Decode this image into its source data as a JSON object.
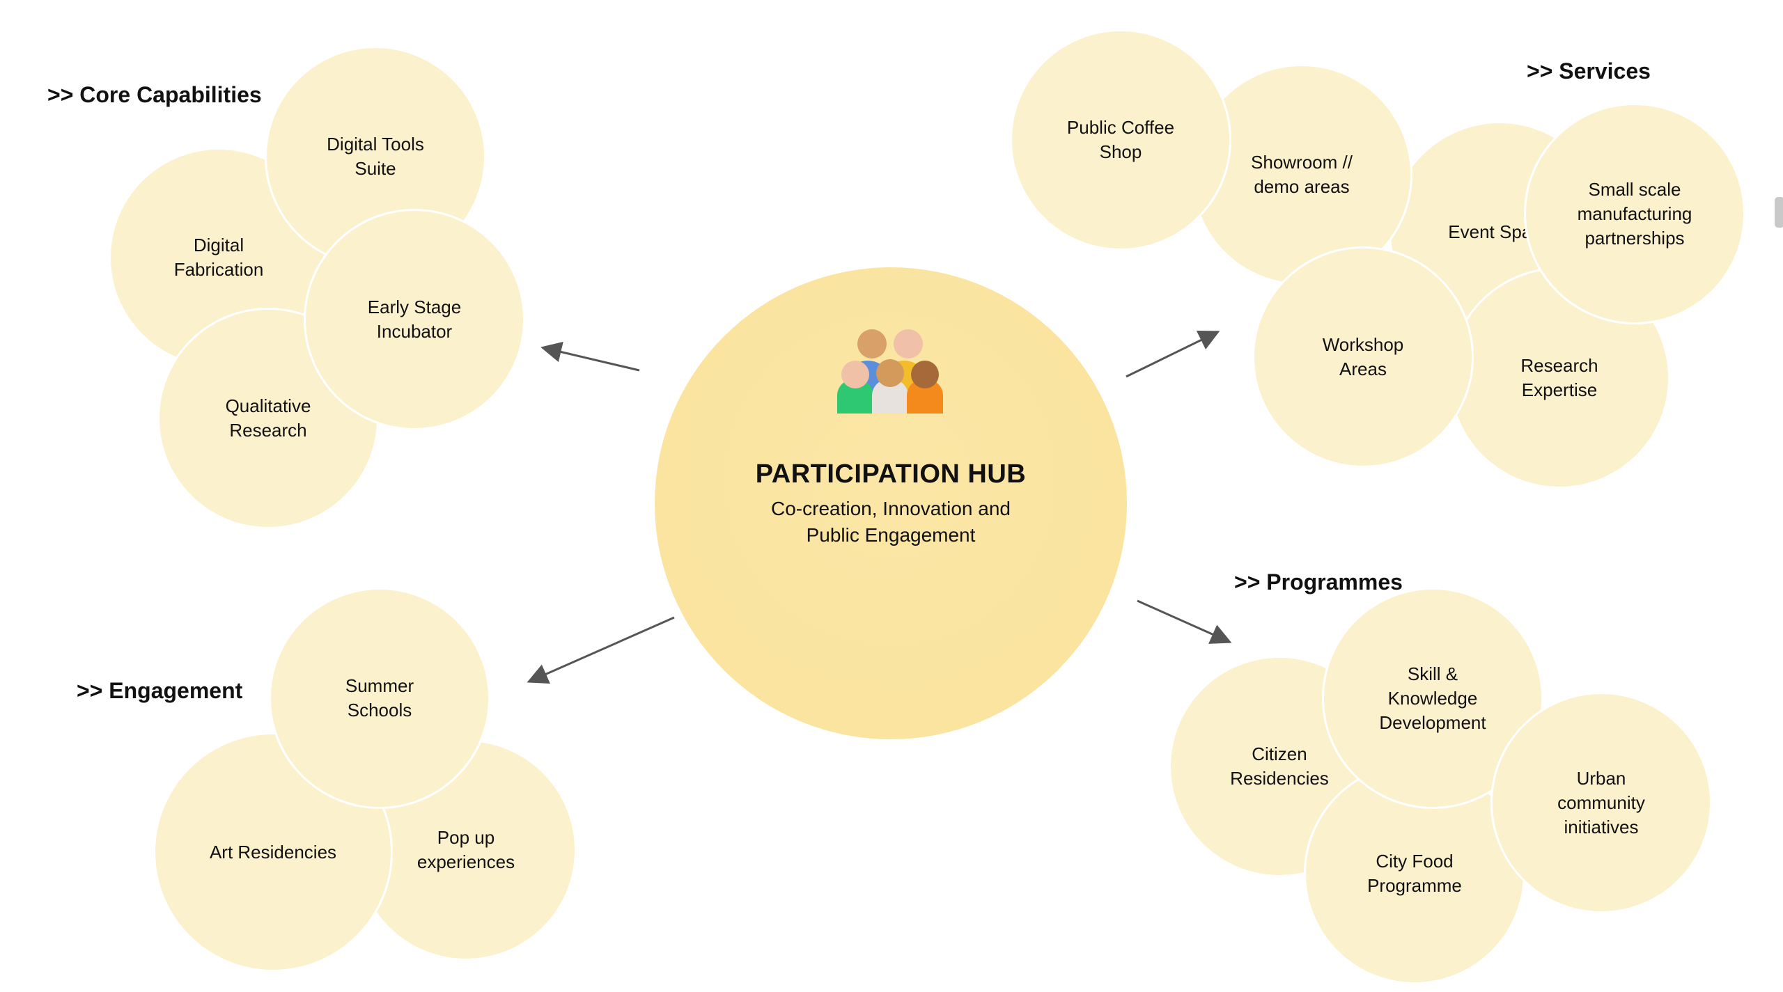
{
  "hub": {
    "title": "PARTICIPATION HUB",
    "subtitle": "Co-creation, Innovation and\nPublic Engagement",
    "icon": "people-group-icon"
  },
  "sections": {
    "core": {
      "heading": ">> Core Capabilities",
      "items": [
        "Digital Tools\nSuite",
        "Digital\nFabrication",
        "Early Stage\nIncubator",
        "Qualitative\nResearch"
      ]
    },
    "services": {
      "heading": ">> Services",
      "items": [
        "Public Coffee\nShop",
        "Showroom //\ndemo areas",
        "Event Space",
        "Small scale\nmanufacturing\npartnerships",
        "Workshop\nAreas",
        "Research\nExpertise"
      ]
    },
    "engagement": {
      "heading": ">> Engagement",
      "items": [
        "Summer\nSchools",
        "Art Residencies",
        "Pop up\nexperiences"
      ]
    },
    "programmes": {
      "heading": ">> Programmes",
      "items": [
        "Citizen\nResidencies",
        "Skill &\nKnowledge\nDevelopment",
        "Urban\ncommunity\ninitiatives",
        "City Food\nProgramme"
      ]
    }
  },
  "colors": {
    "hub": "#f9e39d",
    "bubble": "#fcf1cd",
    "arrow": "#555555",
    "text": "#111111"
  }
}
